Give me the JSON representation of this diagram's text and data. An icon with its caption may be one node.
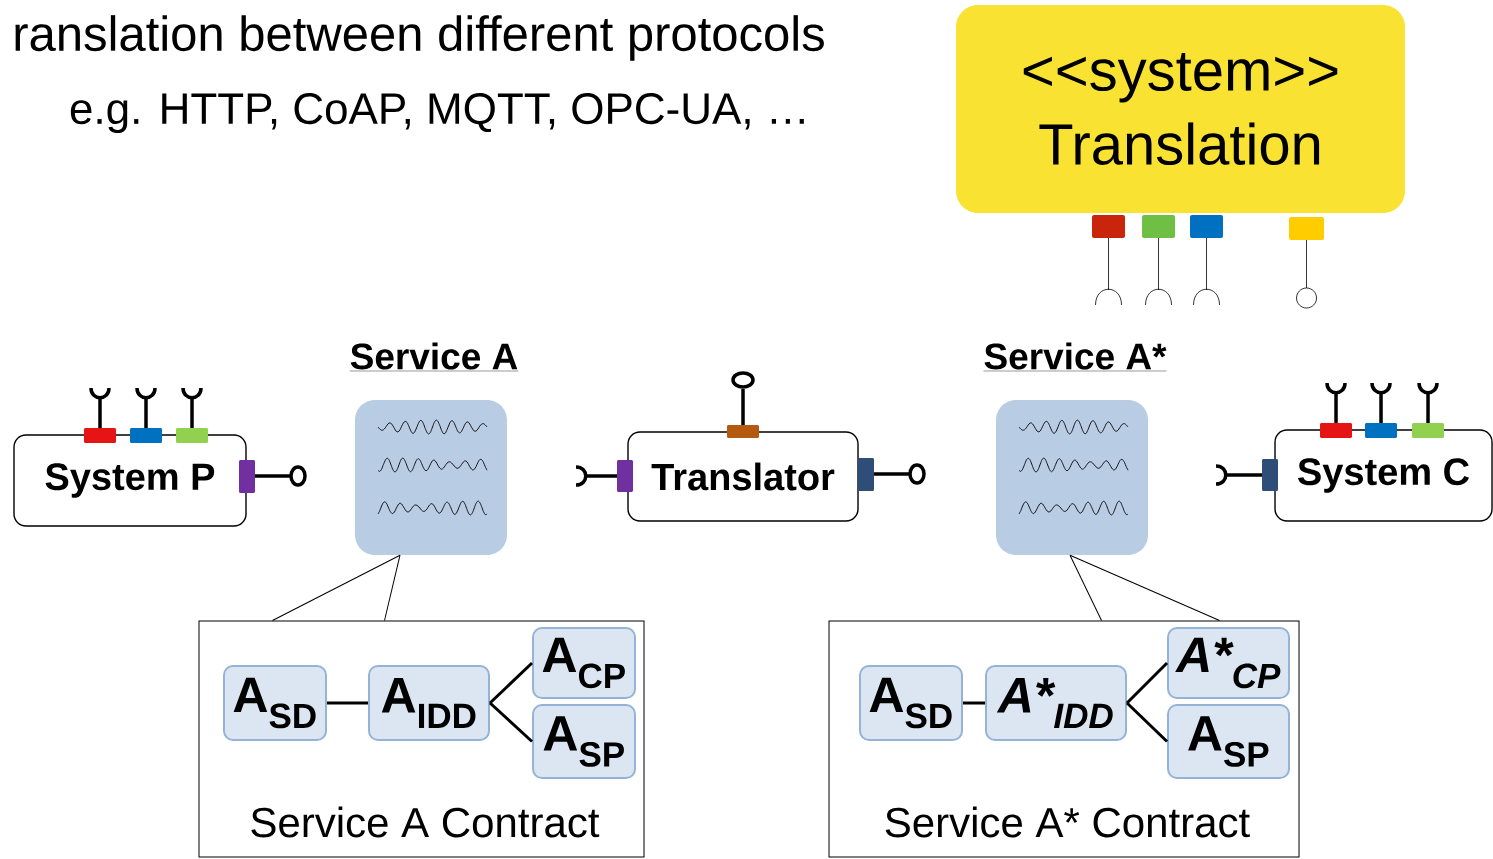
{
  "diagram": {
    "nodes": [
      {
        "text": [
          "<<system>> Translation"
        ]
      },
      {
        "text": [
          "System P"
        ]
      },
      {
        "text": [
          "Service A"
        ]
      },
      {
        "text": [
          "Translator"
        ]
      },
      {
        "text": [
          "Service A*"
        ]
      },
      {
        "text": [
          "System C"
        ]
      },
      {
        "text": [
          "Service A Contract"
        ]
      },
      {
        "text": [
          "A$_{SD}$"
        ],
        "in": 6
      },
      {
        "text": [
          "A$_{IDD}$"
        ],
        "in": 6
      },
      {
        "text": [
          "A$_{CP}$"
        ],
        "in": 6
      },
      {
        "text": [
          "A$_{SP}$"
        ],
        "in": 6
      },
      {
        "text": [
          "Service A* Contract"
        ]
      },
      {
        "text": [
          "A$_{SD}$"
        ],
        "in": 11
      },
      {
        "text": [
          "A*$_{IDD}$"
        ],
        "in": 11
      },
      {
        "text": [
          "A*$_{CP}$"
        ],
        "in": 11
      },
      {
        "text": [
          "A$_{SP}$"
        ],
        "in": 11
      }
    ],
    "edges": [
      {
        "from": 6,
        "to": 2,
        "arrow": "none"
      },
      {
        "from": 7,
        "to": 8,
        "arrow": "none"
      },
      {
        "from": 8,
        "to": 9,
        "arrow": "none"
      },
      {
        "from": 8,
        "to": 10,
        "arrow": "none"
      },
      {
        "from": 11,
        "to": 4,
        "arrow": "none"
      },
      {
        "from": 12,
        "to": 13,
        "arrow": "none"
      },
      {
        "from": 13,
        "to": 14,
        "arrow": "none"
      },
      {
        "from": 13,
        "to": 15,
        "arrow": "none"
      }
    ],
    "labels": [
      "ranslation between different protocols",
      "e.g. HTTP, CoAP, MQTT, OPC-UA, …"
    ]
  }
}
